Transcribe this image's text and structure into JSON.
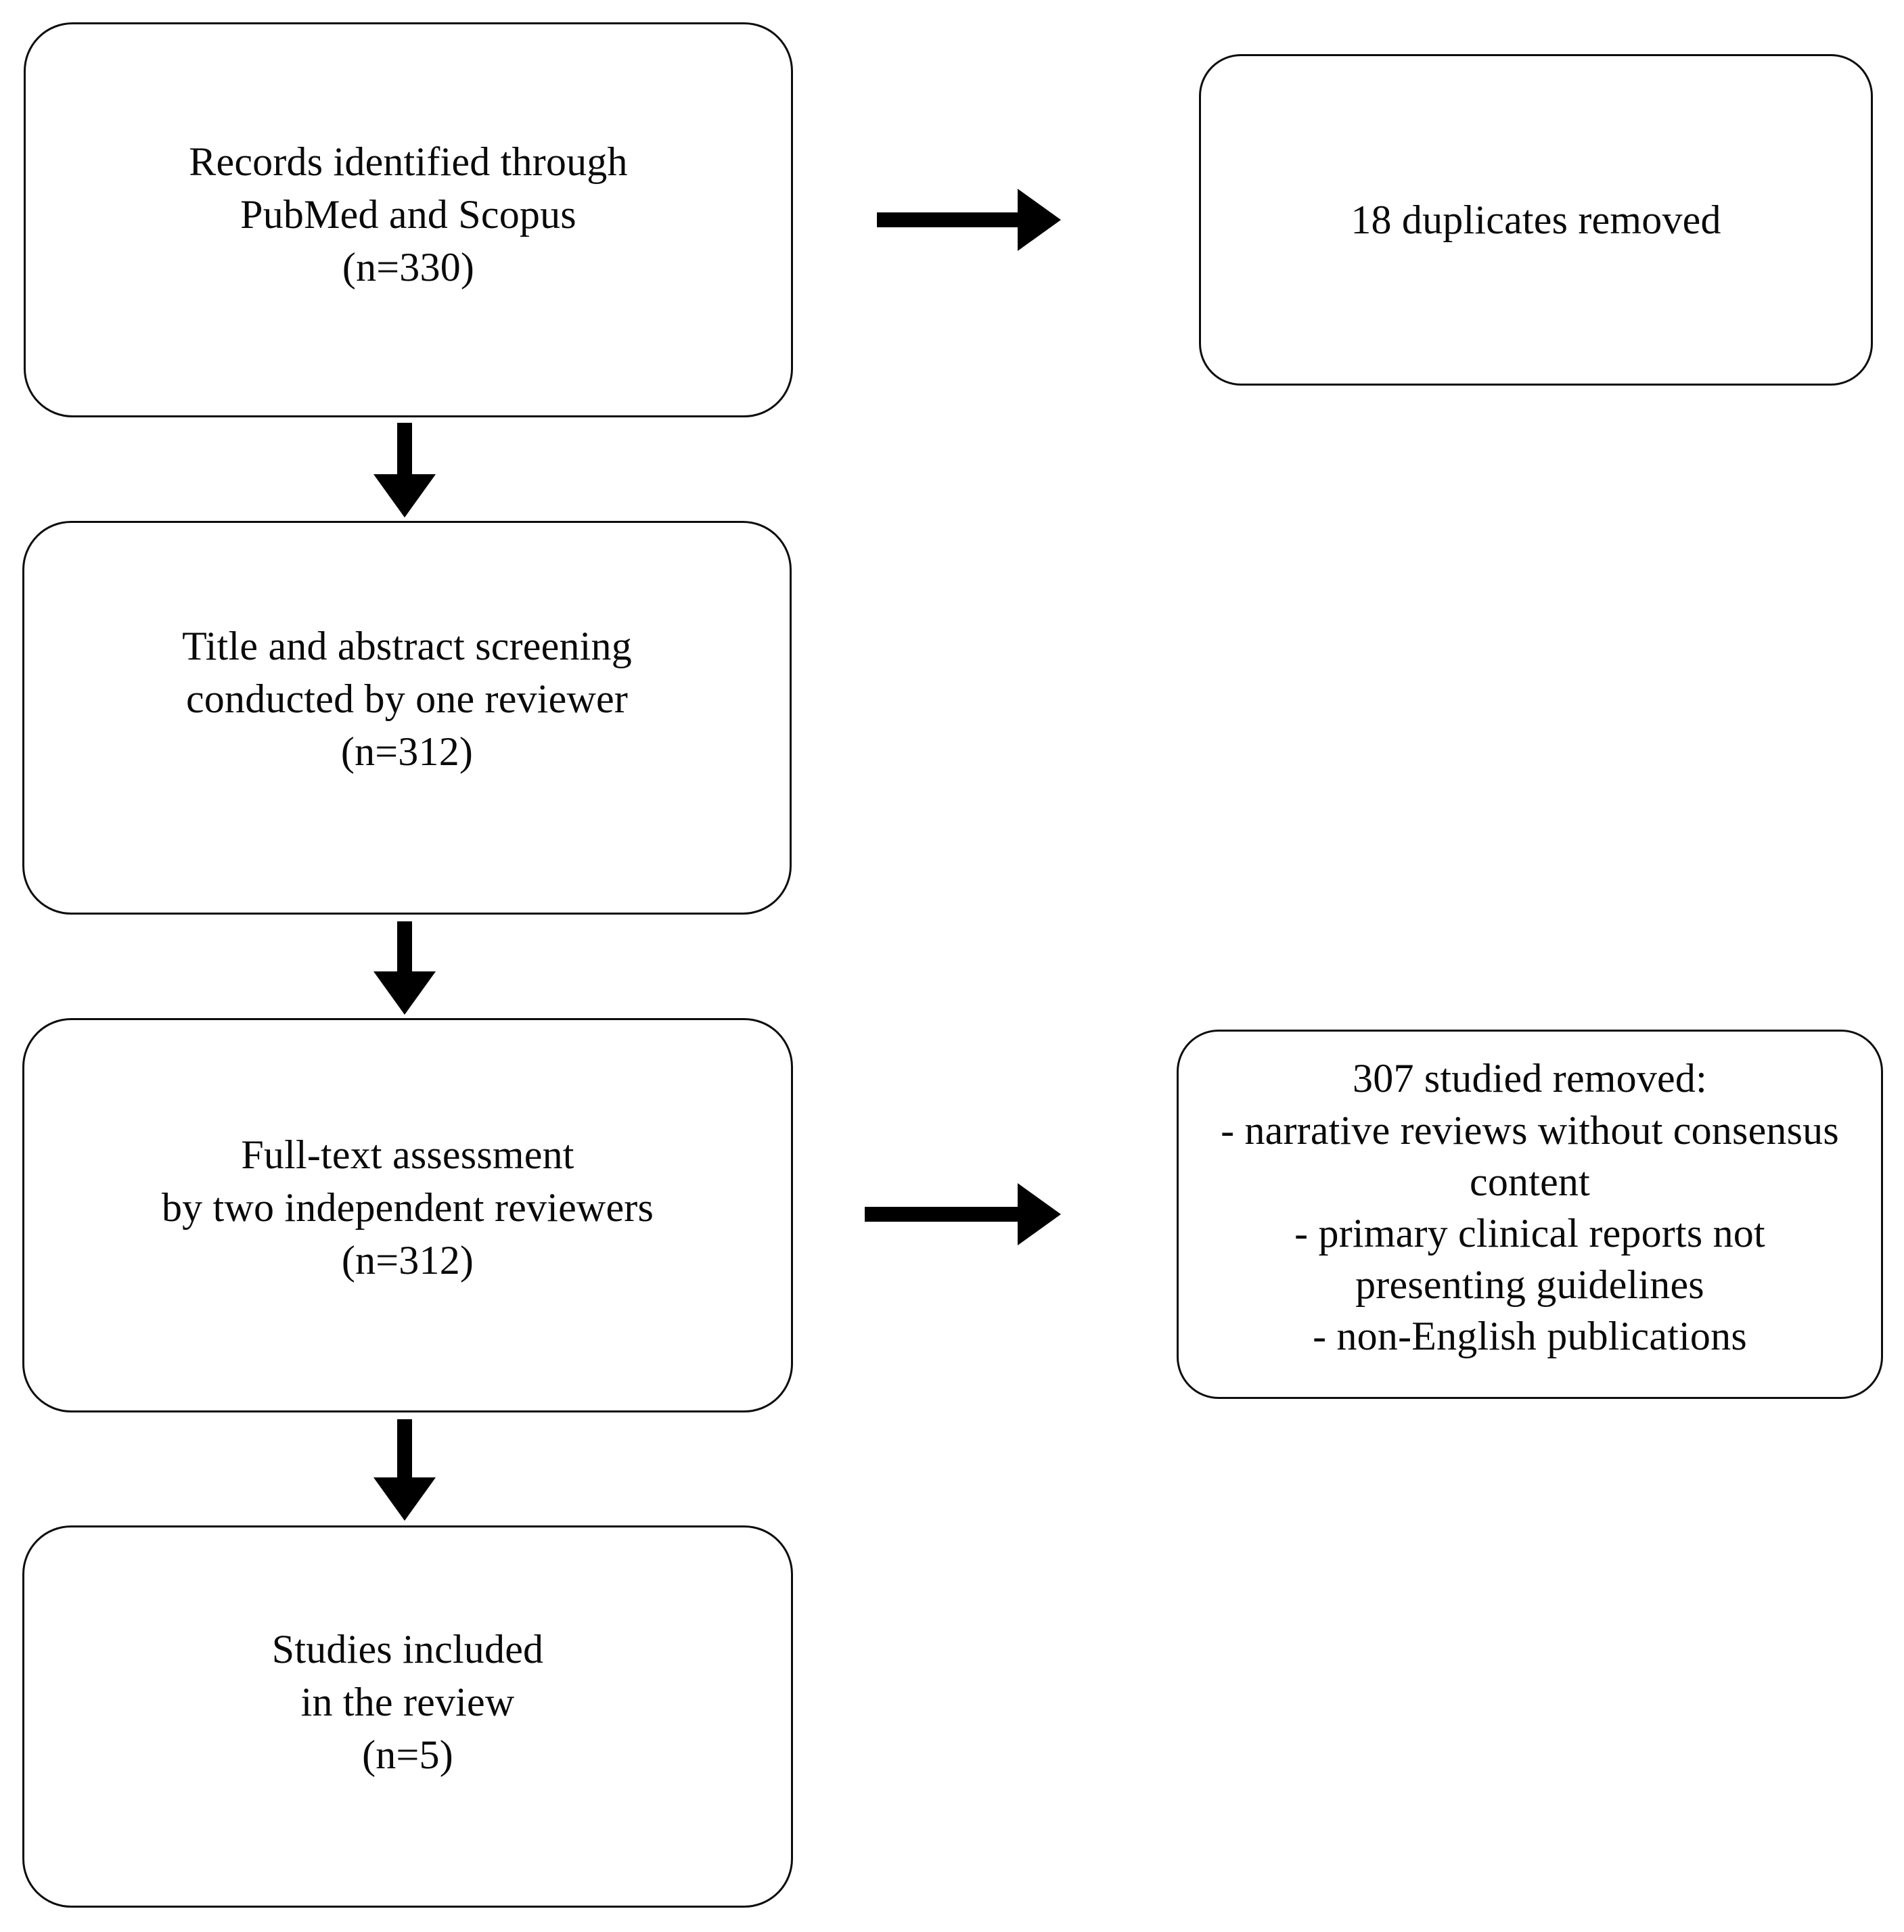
{
  "diagram": {
    "type": "prisma-flow-diagram",
    "orientation": "vertical-with-side-exclusions",
    "colors": {
      "box_border": "#0d0d0d",
      "box_fill": "#ffffff",
      "arrow": "#000000",
      "text": "#0a0a0a",
      "background": "#ffffff"
    },
    "nodes": {
      "records": {
        "id": "records-identified",
        "text": "Records identified through\nPubMed and Scopus\n(n=330)",
        "count_label": "(n=330)",
        "count": 330
      },
      "screening": {
        "id": "title-abstract-screening",
        "text": "Title and abstract screening\nconducted by one reviewer\n(n=312)",
        "count_label": "(n=312)",
        "count": 312
      },
      "fulltext": {
        "id": "full-text-assessment",
        "text": "Full-text assessment\nby two independent reviewers\n(n=312)",
        "count_label": "(n=312)",
        "count": 312
      },
      "included": {
        "id": "studies-included",
        "text": "Studies included\nin the review\n(n=5)",
        "count_label": "(n=5)",
        "count": 5
      },
      "duplicates": {
        "id": "duplicates-removed",
        "text": "18 duplicates removed",
        "count": 18
      },
      "exclusions": {
        "id": "studies-removed",
        "text": "307 studied removed:\n- narrative reviews without consensus\ncontent\n- primary clinical reports not\npresenting guidelines\n- non-English publications",
        "count": 307,
        "heading": "307 studied removed:",
        "reasons": [
          "- narrative reviews without consensus content",
          "- primary clinical reports not presenting guidelines",
          "- non-English publications"
        ]
      }
    },
    "arrows": [
      {
        "id": "records-to-screening",
        "from": "records",
        "to": "screening",
        "direction": "down"
      },
      {
        "id": "screening-to-fulltext",
        "from": "screening",
        "to": "fulltext",
        "direction": "down"
      },
      {
        "id": "fulltext-to-included",
        "from": "fulltext",
        "to": "included",
        "direction": "down"
      },
      {
        "id": "records-to-duplicates",
        "from": "records",
        "to": "duplicates",
        "direction": "right"
      },
      {
        "id": "fulltext-to-exclusions",
        "from": "fulltext",
        "to": "exclusions",
        "direction": "right"
      }
    ]
  }
}
